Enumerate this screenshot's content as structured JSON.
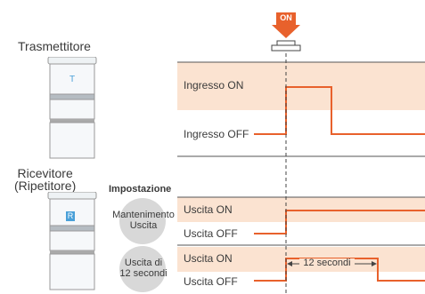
{
  "button": {
    "label": "ON"
  },
  "transmitter": {
    "title": "Trasmettitore",
    "badge": "T"
  },
  "receiver": {
    "title_line1": "Ricevitore",
    "title_line2": "(Ripetitore)",
    "badge": "R"
  },
  "settings_header": "Impostazione",
  "input_rows": {
    "on": "Ingresso ON",
    "off": "Ingresso OFF"
  },
  "modes": [
    {
      "name_line1": "Mantenimento",
      "name_line2": "Uscita",
      "on": "Uscita ON",
      "off": "Uscita OFF"
    },
    {
      "name_line1": "Uscita di",
      "name_line2": "12 secondi",
      "on": "Uscita ON",
      "off": "Uscita OFF",
      "duration": "12 secondi"
    }
  ],
  "colors": {
    "signal": "#e8612c",
    "band": "#fbe3d1",
    "arrow": "#e8612c",
    "circle": "#d8d8d8"
  }
}
